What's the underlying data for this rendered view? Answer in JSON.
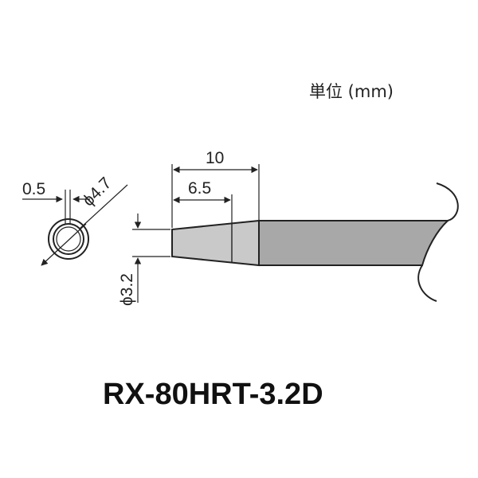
{
  "unit_label": "単位 (mm)",
  "model_name": "RX-80HRT-3.2D",
  "dimensions": {
    "total_length": "10",
    "taper_length": "6.5",
    "tip_thickness": "0.5",
    "shank_diameter": "ϕ4.7",
    "tip_width": "ϕ3.2"
  },
  "colors": {
    "shank_fill": "#a8a8a8",
    "tip_fill": "#c9c9c9",
    "line": "#222222"
  }
}
